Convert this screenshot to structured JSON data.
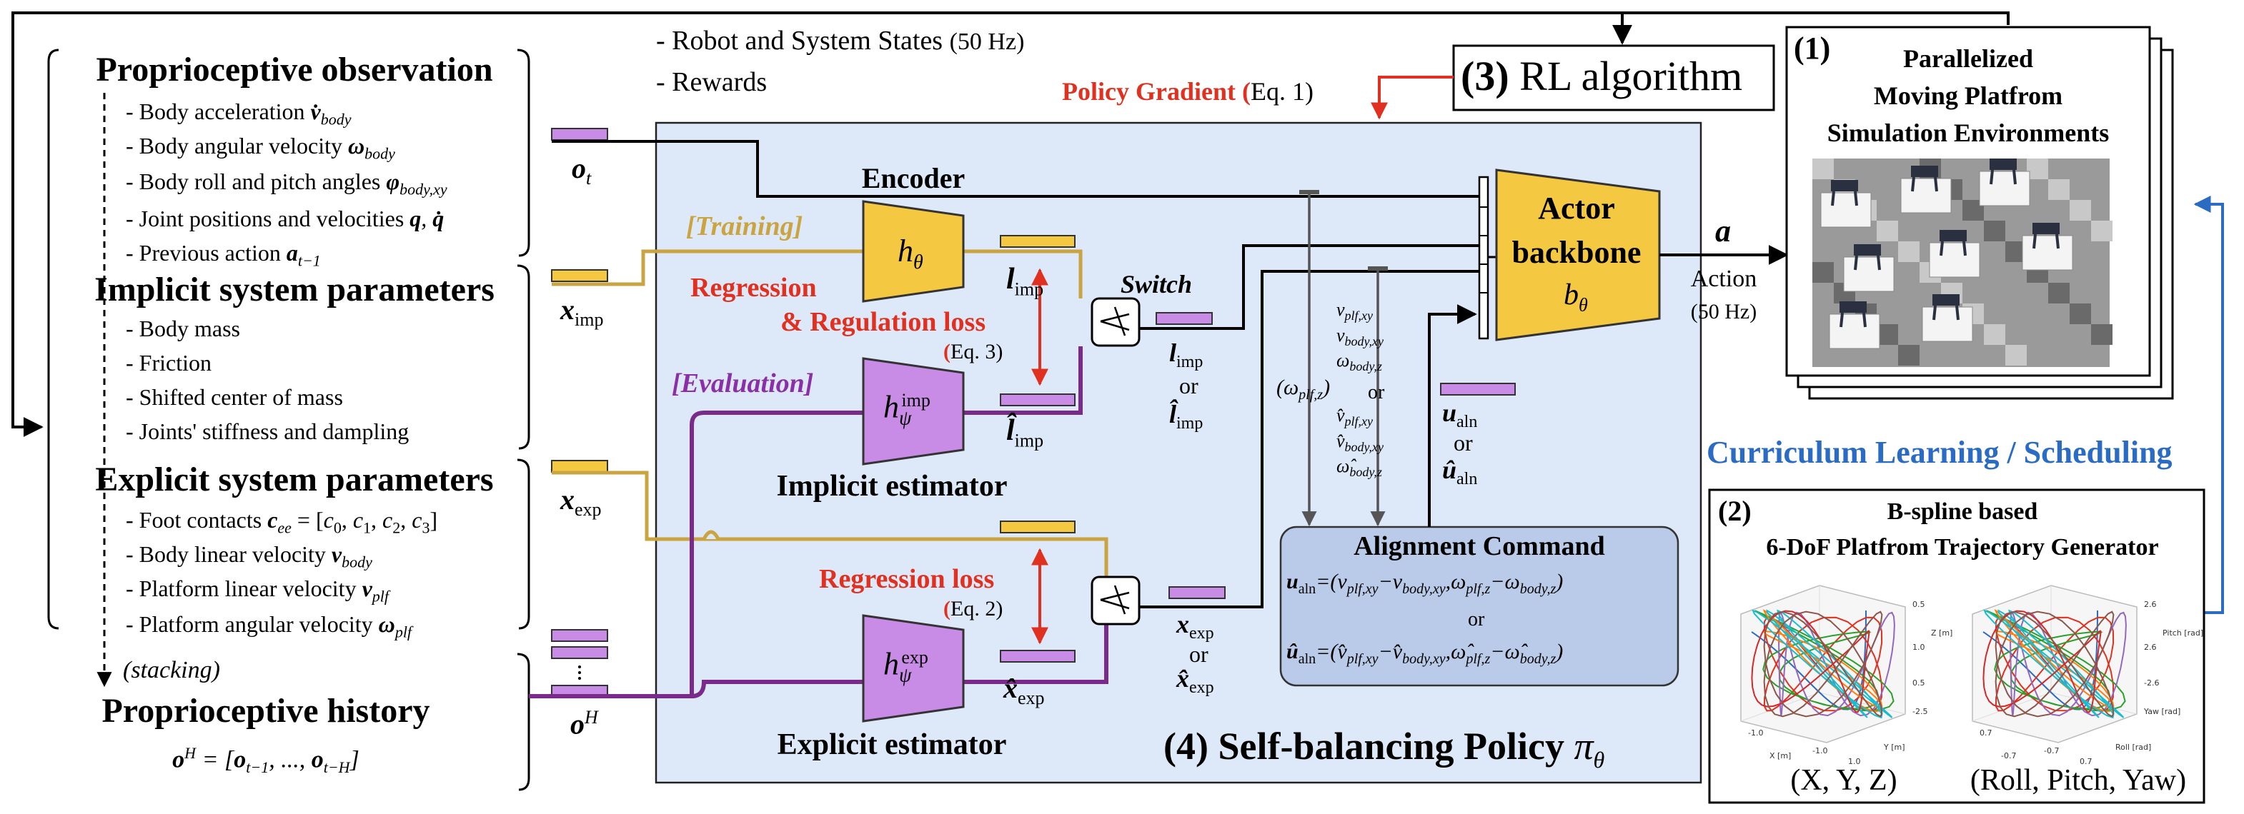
{
  "top_states": [
    "- Robot and System States",
    "(50 Hz)",
    "- Rewards"
  ],
  "policy_gradient": {
    "label": "Policy Gradient (",
    "ref": "Eq. 1)"
  },
  "rl": {
    "num": "(3)",
    "label": "RL algorithm"
  },
  "sim": {
    "num": "(1)",
    "title_lines": [
      "Parallelized",
      "Moving Platfrom",
      "Simulation Environments"
    ]
  },
  "curriculum": "Curriculum Learning / Scheduling",
  "spline": {
    "num": "(2)",
    "title_lines": [
      "B-spline based",
      "6-DoF Platfrom Trajectory Generator"
    ],
    "xyz_label": "(X, Y, Z)",
    "rpy_label": "(Roll, Pitch, Yaw)",
    "plot1_ticks": [
      "0.5",
      "1.0",
      "0.5",
      "-2.5",
      "Z [m]",
      "Y [m]",
      "X [m]",
      "-1.0",
      "1.0",
      "-1.0"
    ],
    "plot2_ticks": [
      "2.6",
      "2.6",
      "-2.6",
      "Yaw [rad]",
      "Pitch [rad]",
      "Roll [rad]",
      "-0.7",
      "0.7",
      "0.7",
      "-0.7"
    ]
  },
  "left": {
    "prop_obs_title": "Proprioceptive observation",
    "prop_obs_items": [
      "- Body acceleration",
      "- Body angular velocity",
      "- Body roll and pitch angles",
      "- Joint positions and velocities",
      "- Previous action"
    ],
    "implicit_title": "Implicit system parameters",
    "implicit_items": [
      "- Body mass",
      "- Friction",
      "- Shifted center of mass",
      "- Joints' stiffness and dampling"
    ],
    "explicit_title": "Explicit system parameters",
    "explicit_items": [
      "- Foot contacts",
      "- Body linear velocity",
      "- Platform linear velocity",
      "- Platform angular velocity"
    ],
    "stacking": "(stacking)",
    "history_title": "Proprioceptive history"
  },
  "policy": {
    "encoder": "Encoder",
    "training": "[Training]",
    "evaluation": "[Evaluation]",
    "regression_reg": [
      "Regression",
      "& Regulation loss",
      "(",
      "Eq. 3)"
    ],
    "regression": [
      "Regression loss",
      "(",
      "Eq. 2)"
    ],
    "switch": "Switch",
    "or": "or",
    "implicit_estimator": "Implicit estimator",
    "explicit_estimator": "Explicit estimator",
    "actor": [
      "Actor",
      "backbone"
    ],
    "action": [
      "Action",
      "(50 Hz)"
    ],
    "alignment_title": "Alignment Command",
    "policy_label": "(4) Self-balancing Policy"
  },
  "colors": {
    "gold": "#f5c842",
    "purple": "#c88be6",
    "policy_bg": "#dde9f8",
    "align_bg": "#b9cbe8",
    "red": "#e03020",
    "blue": "#2a6bc4",
    "line_gold": "#c9a440",
    "line_purple": "#7a2a8a"
  }
}
